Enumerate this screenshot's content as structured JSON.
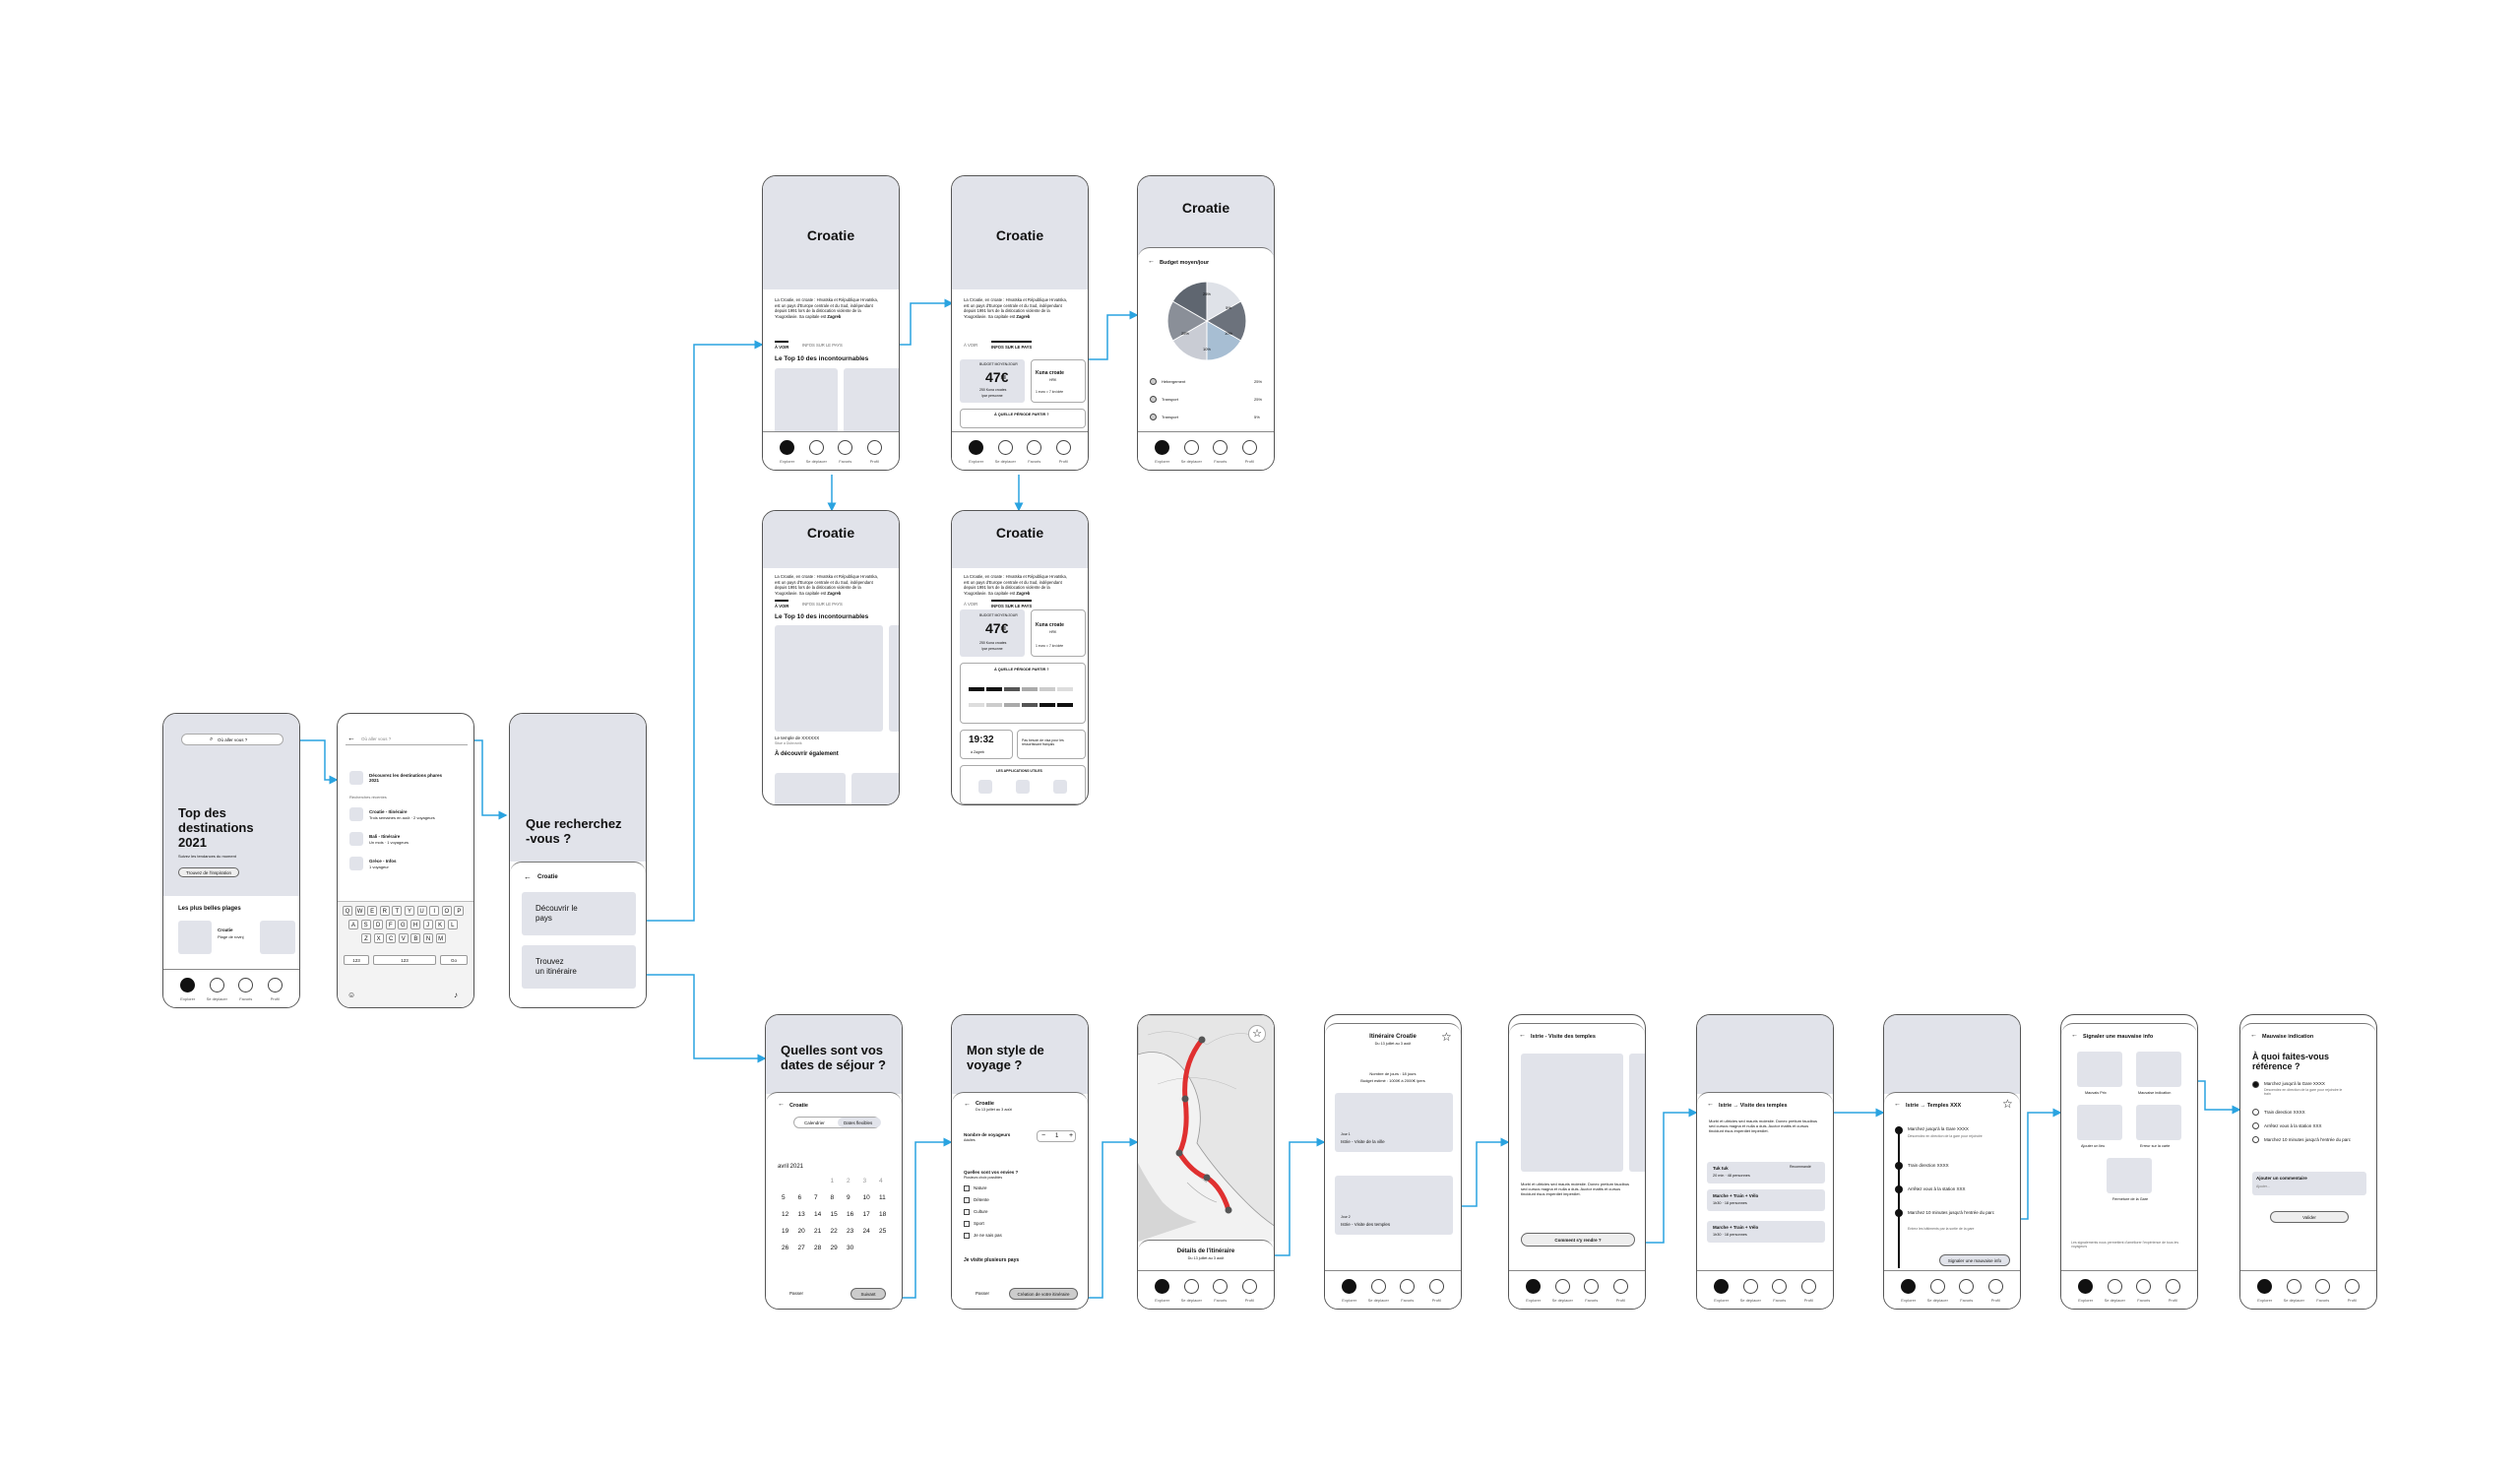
{
  "nav": {
    "labels": [
      "Explorer",
      "Se déplacer",
      "Favoris",
      "Profil"
    ]
  },
  "colors": {
    "frame": "#555555",
    "hero": "#e1e3ea",
    "arrow": "#2aa3e0",
    "route": "#e03030"
  },
  "s1": {
    "search": "Où aller vous ?",
    "title_l1": "Top des",
    "title_l2": "destinations",
    "title_l3": "2021",
    "sub": "Suivez les tendances du moment",
    "btn": "Trouvez de l'inspiration",
    "section": "Les plus belles plages",
    "card_t": "Croatie",
    "card_s": "Plage de rovinj"
  },
  "s2": {
    "search": "Où aller vous ?",
    "row1": "Découvrez les destinations phares 2021",
    "recent": "Recherches récentes",
    "r1t": "Croatie - Itinéraire",
    "r1s": "Trois semaines en août · 2 voyageurs",
    "r2t": "Bali - Itinéraire",
    "r2s": "Un mois · 1 voyageurs",
    "r3t": "Grèce - Infos",
    "r3s": "1 voyageur",
    "row_q": "QWERTYUIOP",
    "row_a": "ASDFGHJKL",
    "row_w": "ZXCVBNM",
    "k123": "123",
    "kspace": "123",
    "kgo": "Go"
  },
  "s3": {
    "t1": "Que recherchez",
    "t2": "-vous ?",
    "back": "Croatie",
    "o1a": "Découvrir le",
    "o1b": "pays",
    "o2a": "Trouvez",
    "o2b": "un itinéraire"
  },
  "croatie": {
    "title": "Croatie",
    "body1": "La Croatie, en croate : Hrvatska et République Hrvatska,",
    "body2": "est un pays d'Europe centrale et du Sud, indépendant",
    "body3": "depuis 1991 lors de la dislocation violente de la",
    "body4": "Yougoslavie. Sa capitale est",
    "capital": "Zagreb",
    "tab1": "À VOIR",
    "tab2": "INFOS SUR LE PAYS",
    "top10": "Le Top 10 des incontournables",
    "budget_lbl": "BUDGET MOYEN/JOUR",
    "budget": "47€",
    "budget_s": "250 Kuna croates",
    "budget_s2": "/par personne",
    "kuna": "Kuna croate",
    "kuna_s": "HRK",
    "kuna_r": "1 euro = 7 kn idée",
    "period": "À QUELLE PÉRIODE PARTIR ?",
    "time": "19:32",
    "time_s": "à Zagreb",
    "passport": "Pas besoin de visa pour les ressortissant français",
    "apps": "LES APPLICATIONS UTILES",
    "temple": "Le temple de XXXXXX",
    "temple_s": "Situé à Dubrovnik",
    "also": "À découvrir également"
  },
  "s6": {
    "title": "Croatie",
    "head": "Budget moyen/jour",
    "l1": "Hébergement",
    "l2": "Transport",
    "l3": "Transport",
    "p1": "25%",
    "p2": "25%",
    "p3": "5%",
    "pies": [
      "25%",
      "5%",
      "10%",
      "10%",
      "25%"
    ]
  },
  "s7": {
    "t1": "Quelles sont vos",
    "t2": "dates de séjour ?",
    "back": "Croatie",
    "seg1": "Calendrier",
    "seg2": "Dates flexibles",
    "month": "avril 2021",
    "days": [
      "1",
      "2",
      "3",
      "4",
      "5",
      "6",
      "7",
      "8",
      "9",
      "10",
      "11",
      "12",
      "13",
      "14",
      "15",
      "16",
      "17",
      "18",
      "19",
      "20",
      "21",
      "22",
      "23",
      "24",
      "25",
      "26",
      "27",
      "28",
      "29",
      "30"
    ],
    "skip": "Passer",
    "next": "Suivant"
  },
  "s8": {
    "t1": "Mon style de",
    "t2": "voyage ?",
    "back": "Croatie",
    "sub": "Du 13 juillet au 3 août",
    "travellers": "Nombre de voyageurs",
    "trav_s": "Adultes",
    "qty": "1",
    "q": "Quelles sont vos envies ?",
    "q_s": "Plusieurs choix possibles",
    "c1": "Nature",
    "c2": "Détente",
    "c3": "Culture",
    "c4": "Sport",
    "c5": "Je ne sais pas",
    "multi": "Je visite plusieurs pays",
    "skip": "Passer",
    "next": "Création de votre itinéraire"
  },
  "s9": {
    "title": "Détails de l'itinéraire",
    "sub": "Du 13 juillet au 3 août"
  },
  "s10": {
    "title": "Itinéraire Croatie",
    "sub": "Du 13 juillet au 3 août",
    "kms": "Nombre de jours : 18 jours",
    "budget": "Budget estimé : 1000€ à 2000€ /pers",
    "j1": "Jour 1",
    "c1": "Istrie - Visite de la ville",
    "j2": "Jour 2",
    "c2": "Istrie - Visite des temples"
  },
  "s11": {
    "head": "Istrie - Visite des temples",
    "body": "Morbi et ultricies sed mauris molestie. Donec pretium faucibus sed cursus magna et nulla a duis. Auctor mattis et cursus tincidunt risus imperdiet imperdiet.",
    "btn": "Comment s'y rendre ?"
  },
  "s12": {
    "head": "Istrie → Visite des temples",
    "tuk": "Tuk tuk",
    "tuk_s": "20 min · 48 personnes",
    "rec": "Recommandé",
    "m2": "Marche + Train + Vélo",
    "m2s": "1h30 · 18 personnes",
    "m3": "Marche + Train + Vélo",
    "m3s": "1h30 · 18 personnes"
  },
  "s13": {
    "head": "Istrie → Temples XXX",
    "st1": "Marchez jusqu'à la Gare XXXX",
    "st1s": "Descendez en direction de la gare pour rejoindre",
    "st2": "Train direction XXXX",
    "st3": "Arrêtez vous à la station XXX",
    "st4": "Marchez 10 minutes jusqu'à l'entrée du parc",
    "st4s": "Entrez les bâtiments par la sortie de la gare",
    "btn": "Signaler une mauvaise info"
  },
  "s14": {
    "head": "Signaler une mauvaise info",
    "o1": "Mauvais Prix",
    "o2": "Mauvaise indication",
    "o3": "Ajouter un lieu",
    "o4": "Erreur sur la carte",
    "o5": "Fermeture de la Gare",
    "foot": "Les signalements nous permettent d'améliorer l'expérience de tous les voyageurs"
  },
  "s15": {
    "head": "Mauvaise indication",
    "q1": "À quoi faites-vous",
    "q2": "référence ?",
    "r1": "Marchez jusqu'à la Gare XXXX",
    "r1s": "Descendez en direction de la gare pour rejoindre le train",
    "r2": "Train direction XXXX",
    "r3": "Arrêtez vous à la station XXX",
    "r4": "Marchez 10 minutes jusqu'à l'entrée du parc",
    "comment": "Ajouter un commentaire",
    "comment_s": "Ajouter...",
    "btn": "Valider"
  }
}
